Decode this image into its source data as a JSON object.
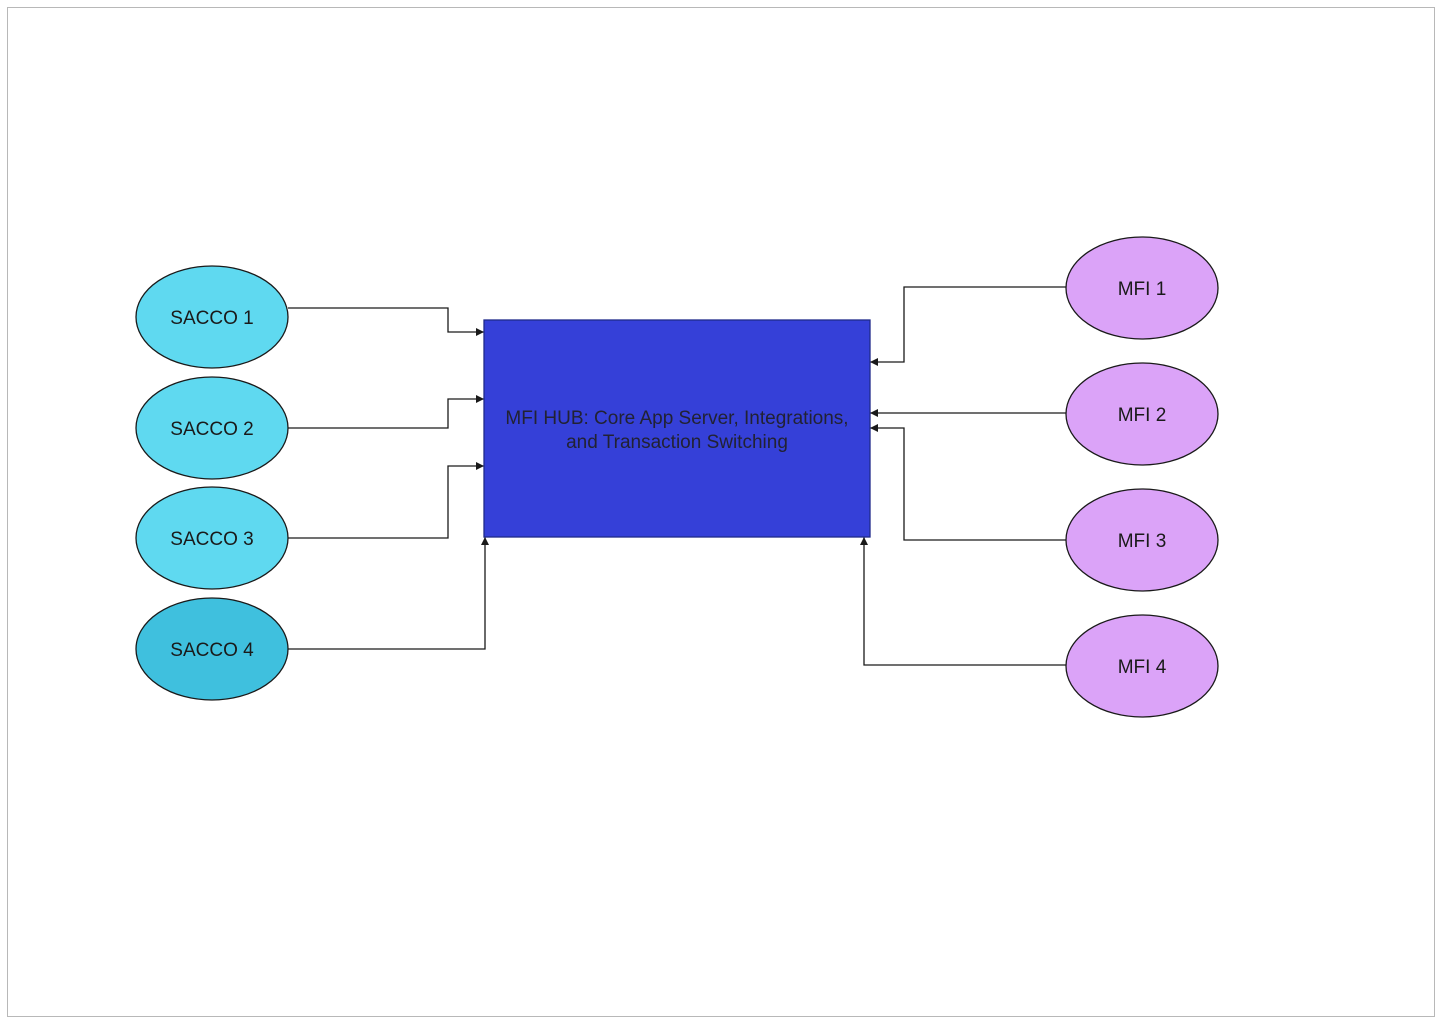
{
  "diagram": {
    "hub": {
      "label_line1": "MFI HUB: Core App Server, Integrations,",
      "label_line2": "and Transaction Switching",
      "fill": "#3540d8"
    },
    "saccos": [
      {
        "label": "SACCO 1",
        "fill": "#5fd9f0"
      },
      {
        "label": "SACCO 2",
        "fill": "#5fd9f0"
      },
      {
        "label": "SACCO 3",
        "fill": "#5fd9f0"
      },
      {
        "label": "SACCO 4",
        "fill": "#3fc0de"
      }
    ],
    "mfis": [
      {
        "label": "MFI 1",
        "fill": "#dba3f8"
      },
      {
        "label": "MFI 2",
        "fill": "#dba3f8"
      },
      {
        "label": "MFI 3",
        "fill": "#dba3f8"
      },
      {
        "label": "MFI 4",
        "fill": "#dba3f8"
      }
    ],
    "edges": [
      {
        "from": "SACCO 1",
        "to": "MFI HUB"
      },
      {
        "from": "SACCO 2",
        "to": "MFI HUB"
      },
      {
        "from": "SACCO 3",
        "to": "MFI HUB"
      },
      {
        "from": "SACCO 4",
        "to": "MFI HUB"
      },
      {
        "from": "MFI 1",
        "to": "MFI HUB"
      },
      {
        "from": "MFI 2",
        "to": "MFI HUB"
      },
      {
        "from": "MFI 3",
        "to": "MFI HUB"
      },
      {
        "from": "MFI 4",
        "to": "MFI HUB"
      }
    ],
    "colors": {
      "stroke": "#1a1a1a",
      "page_border": "#b8b8b8"
    }
  }
}
